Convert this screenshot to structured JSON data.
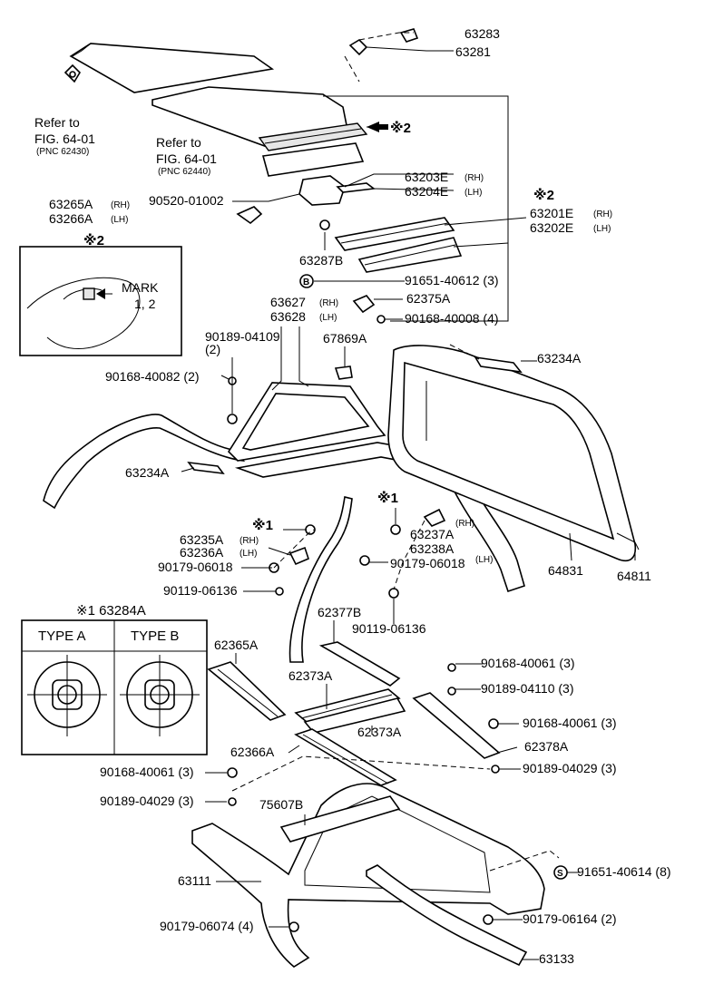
{
  "diagram": {
    "refer_labels": [
      {
        "line1": "Refer to",
        "line2": "FIG. 64-01",
        "line3": "(PNC 62430)"
      },
      {
        "line1": "Refer to",
        "line2": "FIG. 64-01",
        "line3": "(PNC 62440)"
      }
    ],
    "inset_mark": {
      "symbol": "※2",
      "mark_text": "MARK",
      "mark_nums": "1, 2"
    },
    "type_box": {
      "header": "※1 63284A",
      "type_a": "TYPE  A",
      "type_b": "TYPE  B"
    },
    "callouts": [
      {
        "id": "p63283",
        "text": "63283"
      },
      {
        "id": "p63281",
        "text": "63281"
      },
      {
        "id": "mark2a",
        "text": "※2"
      },
      {
        "id": "p63203e",
        "text": "63203E",
        "suffix": "(RH)"
      },
      {
        "id": "p63204e",
        "text": "63204E",
        "suffix": "(LH)"
      },
      {
        "id": "p63265a",
        "text": "63265A",
        "suffix": "(RH)"
      },
      {
        "id": "p63266a",
        "text": "63266A",
        "suffix": "(LH)"
      },
      {
        "id": "p90520",
        "text": "90520-01002"
      },
      {
        "id": "mark2b",
        "text": "※2"
      },
      {
        "id": "p63201e",
        "text": "63201E",
        "suffix": "(RH)"
      },
      {
        "id": "p63202e",
        "text": "63202E",
        "suffix": "(LH)"
      },
      {
        "id": "p63287b",
        "text": "63287B"
      },
      {
        "id": "p91651_40612",
        "text": "91651-40612 (3)",
        "circle": "B"
      },
      {
        "id": "p63627",
        "text": "63627",
        "suffix": "(RH)"
      },
      {
        "id": "p63628",
        "text": "63628",
        "suffix": "(LH)"
      },
      {
        "id": "p62375a",
        "text": "62375A"
      },
      {
        "id": "p90168_40008",
        "text": "90168-40008 (4)"
      },
      {
        "id": "p90189_04109",
        "text": "90189-04109"
      },
      {
        "id": "p90189_04109q",
        "text": "(2)"
      },
      {
        "id": "p67869a",
        "text": "67869A"
      },
      {
        "id": "p90168_40082",
        "text": "90168-40082 (2)"
      },
      {
        "id": "p63234a_top",
        "text": "63234A"
      },
      {
        "id": "p63234a_left",
        "text": "63234A"
      },
      {
        "id": "mark1a",
        "text": "※1"
      },
      {
        "id": "p63235a",
        "text": "63235A",
        "suffix": "(RH)"
      },
      {
        "id": "p63236a",
        "text": "63236A",
        "suffix": "(LH)"
      },
      {
        "id": "p90179_06018a",
        "text": "90179-06018"
      },
      {
        "id": "p90119_06136a",
        "text": "90119-06136"
      },
      {
        "id": "mark1b",
        "text": "※1"
      },
      {
        "id": "p63237a_rh",
        "text": "(RH)"
      },
      {
        "id": "p63237a",
        "text": "63237A"
      },
      {
        "id": "p63238a",
        "text": "63238A"
      },
      {
        "id": "p63238a_lh",
        "text": "(LH)"
      },
      {
        "id": "p90179_06018b",
        "text": "90179-06018"
      },
      {
        "id": "p90119_06136b",
        "text": "90119-06136"
      },
      {
        "id": "p64831",
        "text": "64831"
      },
      {
        "id": "p64811",
        "text": "64811"
      },
      {
        "id": "p62377b",
        "text": "62377B"
      },
      {
        "id": "p62365a",
        "text": "62365A"
      },
      {
        "id": "p62373a_top",
        "text": "62373A"
      },
      {
        "id": "p62373a_bot",
        "text": "62373A"
      },
      {
        "id": "p90168_40061a",
        "text": "90168-40061 (3)"
      },
      {
        "id": "p90189_04110",
        "text": "90189-04110 (3)"
      },
      {
        "id": "p90168_40061b",
        "text": "90168-40061 (3)"
      },
      {
        "id": "p62378a",
        "text": "62378A"
      },
      {
        "id": "p62366a",
        "text": "62366A"
      },
      {
        "id": "p90189_04029a",
        "text": "90189-04029 (3)"
      },
      {
        "id": "p90168_40061c",
        "text": "90168-40061 (3)"
      },
      {
        "id": "p90189_04029b",
        "text": "90189-04029 (3)"
      },
      {
        "id": "p75607b",
        "text": "75607B"
      },
      {
        "id": "p91651_40614",
        "text": "91651-40614 (8)",
        "circle": "S"
      },
      {
        "id": "p63111",
        "text": "63111"
      },
      {
        "id": "p90179_06164",
        "text": "90179-06164 (2)"
      },
      {
        "id": "p90179_06074",
        "text": "90179-06074 (4)"
      },
      {
        "id": "p63133",
        "text": "63133"
      }
    ]
  }
}
